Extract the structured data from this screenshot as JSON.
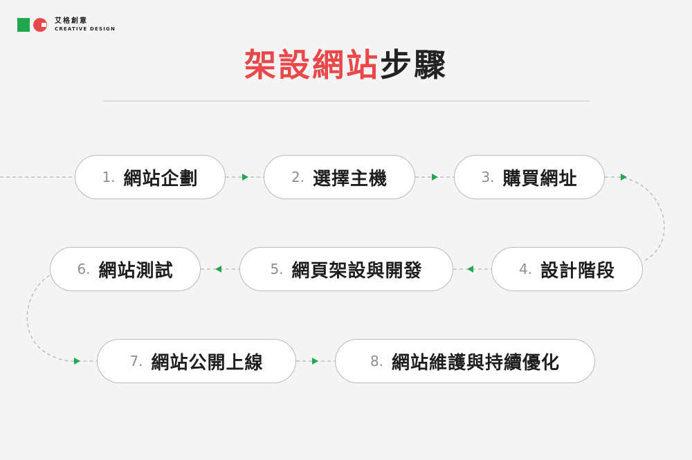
{
  "logo": {
    "name_cn": "艾格創意",
    "name_en": "CREATIVE DESIGN"
  },
  "title": {
    "highlight": "架設網站",
    "rest": "步驟"
  },
  "accent_colors": {
    "red": "#e8484a",
    "green": "#21a84e"
  },
  "steps": [
    {
      "num": "1.",
      "label": "網站企劃"
    },
    {
      "num": "2.",
      "label": "選擇主機"
    },
    {
      "num": "3.",
      "label": "購買網址"
    },
    {
      "num": "4.",
      "label": "設計階段"
    },
    {
      "num": "5.",
      "label": "網頁架設與開發"
    },
    {
      "num": "6.",
      "label": "網站測試"
    },
    {
      "num": "7.",
      "label": "網站公開上線"
    },
    {
      "num": "8.",
      "label": "網站維護與持續優化"
    }
  ]
}
